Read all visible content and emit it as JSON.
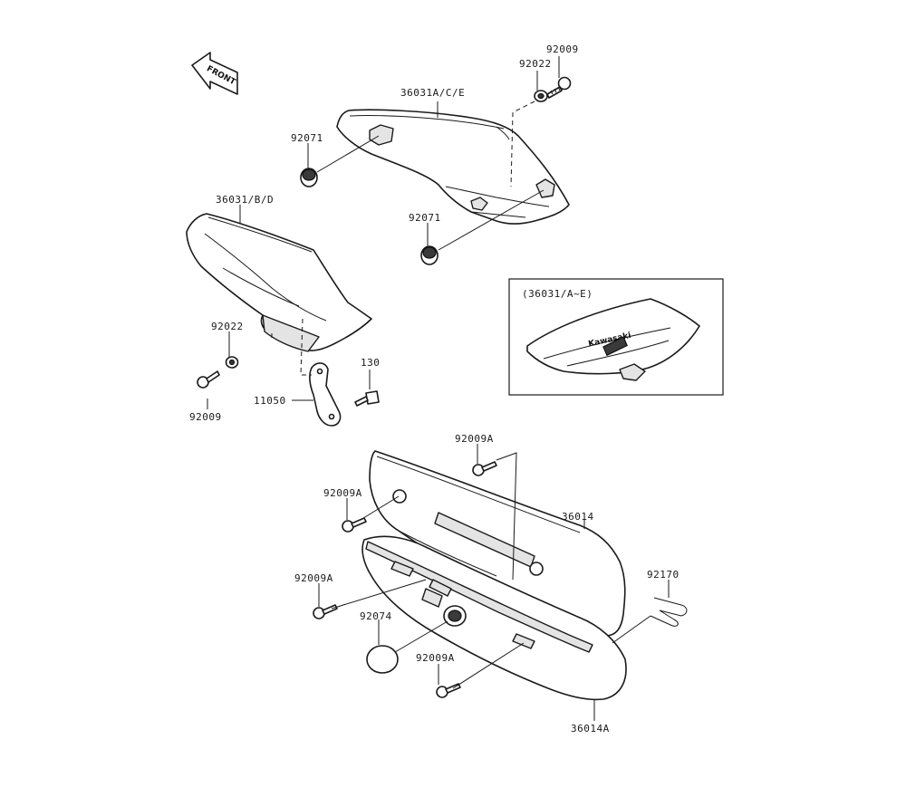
{
  "front_label": "FRONT",
  "inset": {
    "title": "(36031/A~E)",
    "logo": "Kawasaki"
  },
  "callouts": {
    "side_cover_upper": "36031A/C/E",
    "side_cover_lower": "36031/B/D",
    "screw_top_right": "92009",
    "collar_top_right": "92022",
    "damper_upper_left": "92071",
    "damper_upper_right": "92071",
    "collar_lower_left": "92022",
    "screw_lower_left": "92009",
    "bolt_130": "130",
    "bracket": "11050",
    "screw_chain_top": "92009A",
    "screw_chain_left": "92009A",
    "chain_cover_upper": "36014",
    "screw_chain_mid": "92009A",
    "clip": "92170",
    "cap": "92074",
    "screw_chain_bottom": "92009A",
    "chain_cover_lower": "36014A"
  }
}
